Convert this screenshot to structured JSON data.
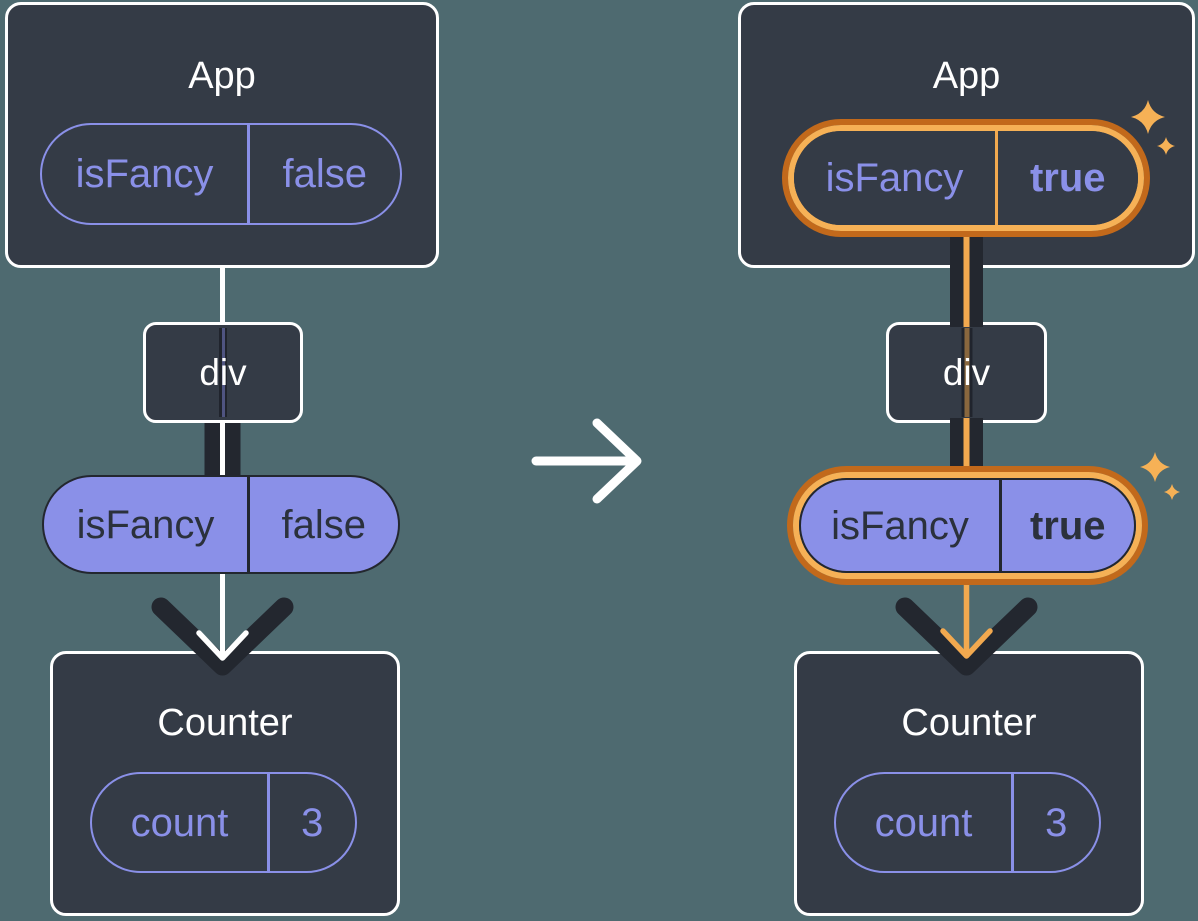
{
  "colors": {
    "background": "#4e6a70",
    "node_fill": "#343b46",
    "white": "#ffffff",
    "purple": "#8a90e8",
    "dark_line": "#23272f",
    "dark_text": "#2b313c",
    "orange_dark": "#c2691b",
    "orange_light": "#f6b156",
    "orange_flow": "#f2a94f"
  },
  "icons": {
    "transition_arrow_icon": "→",
    "sparkle_icon": "✦",
    "flow_arrowhead_icon": "▼"
  },
  "before": {
    "app": {
      "title": "App",
      "prop": {
        "name": "isFancy",
        "value": "false"
      }
    },
    "container": {
      "tag": "div"
    },
    "passed_prop": {
      "name": "isFancy",
      "value": "false"
    },
    "counter": {
      "title": "Counter",
      "state": {
        "name": "count",
        "value": "3"
      }
    }
  },
  "after": {
    "app": {
      "title": "App",
      "prop": {
        "name": "isFancy",
        "value": "true"
      }
    },
    "container": {
      "tag": "div"
    },
    "passed_prop": {
      "name": "isFancy",
      "value": "true"
    },
    "counter": {
      "title": "Counter",
      "state": {
        "name": "count",
        "value": "3"
      }
    }
  }
}
